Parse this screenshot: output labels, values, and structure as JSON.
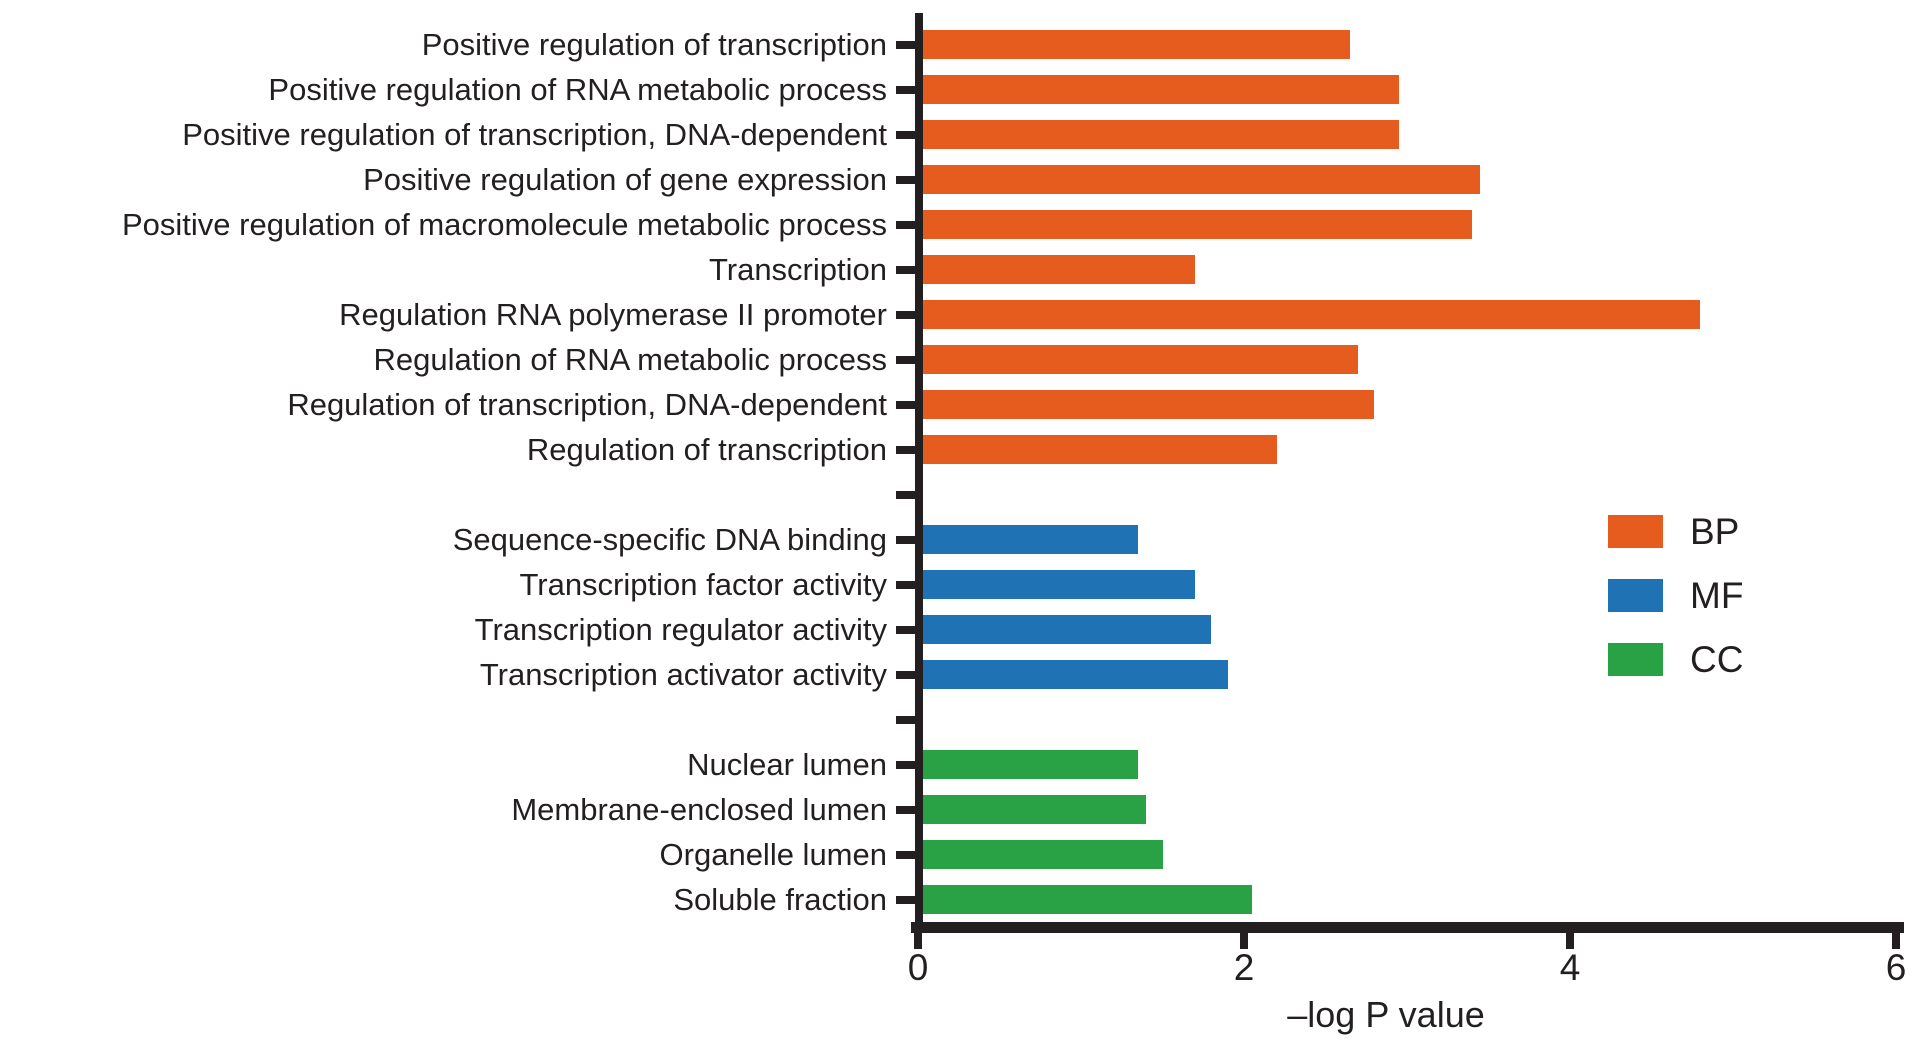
{
  "chart_data": {
    "type": "bar",
    "orientation": "horizontal",
    "xlabel": "–log P value",
    "xlim": [
      0,
      6
    ],
    "x_ticks": [
      0,
      2,
      4,
      6
    ],
    "grid": false,
    "legend_position": "right-middle",
    "legend": [
      {
        "name": "BP",
        "color": "#E65C1E"
      },
      {
        "name": "MF",
        "color": "#1F73B5"
      },
      {
        "name": "CC",
        "color": "#28A245"
      }
    ],
    "groups": [
      {
        "name": "BP",
        "color": "#E65C1E",
        "items": [
          {
            "label": "Positive regulation of transcription",
            "value": 2.65
          },
          {
            "label": "Positive regulation of RNA metabolic process",
            "value": 2.95
          },
          {
            "label": "Positive regulation of transcription, DNA-dependent",
            "value": 2.95
          },
          {
            "label": "Positive regulation of gene expression",
            "value": 3.45
          },
          {
            "label": "Positive regulation of macromolecule metabolic process",
            "value": 3.4
          },
          {
            "label": "Transcription",
            "value": 1.7
          },
          {
            "label": "Regulation RNA polymerase II promoter",
            "value": 4.8
          },
          {
            "label": "Regulation of RNA metabolic process",
            "value": 2.7
          },
          {
            "label": "Regulation of transcription, DNA-dependent",
            "value": 2.8
          },
          {
            "label": "Regulation of transcription",
            "value": 2.2
          }
        ]
      },
      {
        "name": "MF",
        "color": "#1F73B5",
        "items": [
          {
            "label": "Sequence-specific DNA binding",
            "value": 1.35
          },
          {
            "label": "Transcription factor activity",
            "value": 1.7
          },
          {
            "label": "Transcription regulator activity",
            "value": 1.8
          },
          {
            "label": "Transcription activator activity",
            "value": 1.9
          }
        ]
      },
      {
        "name": "CC",
        "color": "#28A245",
        "items": [
          {
            "label": "Nuclear lumen",
            "value": 1.35
          },
          {
            "label": "Membrane-enclosed lumen",
            "value": 1.4
          },
          {
            "label": "Organelle lumen",
            "value": 1.5
          },
          {
            "label": "Soluble fraction",
            "value": 2.05
          }
        ]
      }
    ],
    "axis_color": "#231F20"
  }
}
